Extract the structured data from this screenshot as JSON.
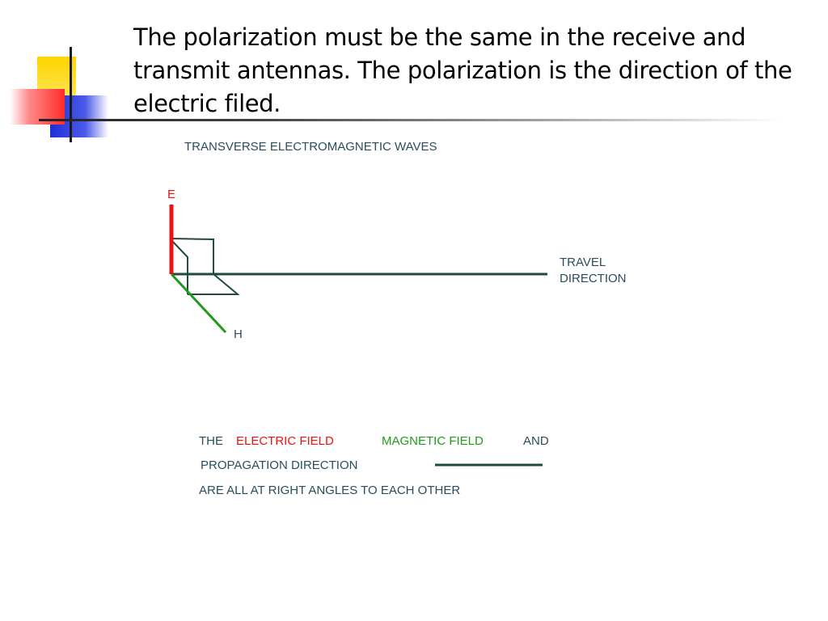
{
  "slide": {
    "title": "The polarization must be the same in the receive and transmit antennas. The polarization is the direction of the electric filed."
  },
  "diagram": {
    "heading": "TRANSVERSE ELECTROMAGNETIC WAVES",
    "e_label": "E",
    "h_label": "H",
    "travel_line1": "TRAVEL",
    "travel_line2": "DIRECTION"
  },
  "caption": {
    "line1_the": "THE",
    "line1_electric": "ELECTRIC FIELD",
    "line1_magnetic": "MAGNETIC FIELD",
    "line1_and": "AND",
    "line2": "PROPAGATION DIRECTION",
    "line3": "ARE ALL AT RIGHT ANGLES TO EACH OTHER"
  },
  "colors": {
    "electric": "#ee1111",
    "magnetic": "#1f9a1f",
    "propagation": "#1e4b3c",
    "label_text": "#2a4d5e",
    "title_text": "#000000"
  }
}
